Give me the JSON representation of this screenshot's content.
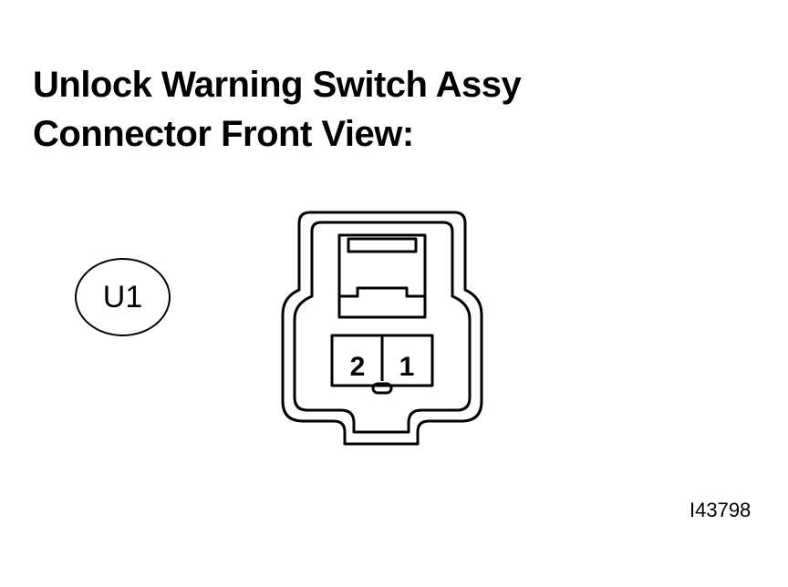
{
  "title": {
    "line1": "Unlock Warning Switch Assy",
    "line2": "Connector Front View:"
  },
  "connector_code": "U1",
  "pins": [
    "2",
    "1"
  ],
  "figure_id": "I43798"
}
